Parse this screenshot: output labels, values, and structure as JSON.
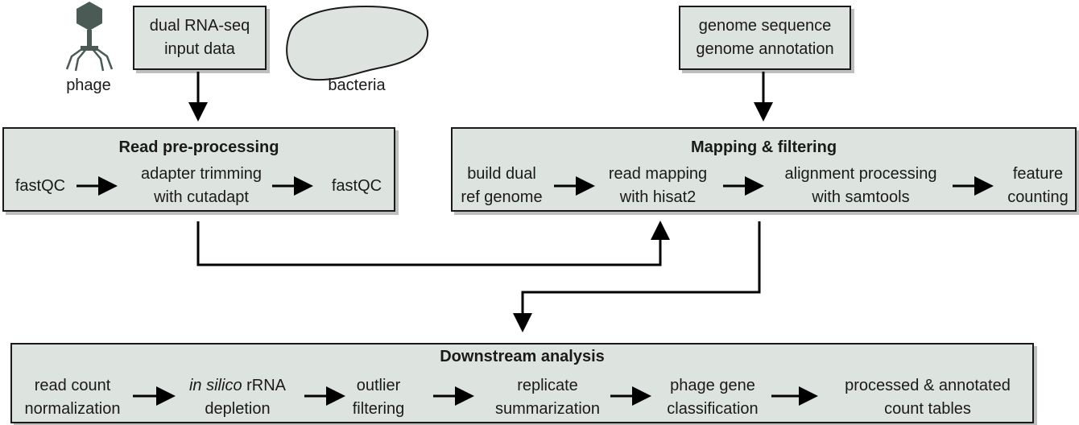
{
  "colors": {
    "box_fill": "#dde3df",
    "box_border": "#1a1a1a",
    "box_shadow": "#bfbfbf",
    "phage": "#4a5a54",
    "bacteria_fill": "#dde3df",
    "arrow": "#000000"
  },
  "icons": {
    "phage": "phage-icon",
    "bacteria": "bacteria-shape"
  },
  "labels": {
    "phage": "phage",
    "bacteria": "bacteria"
  },
  "input_box": {
    "line1": "dual RNA-seq",
    "line2": "input data"
  },
  "genome_box": {
    "line1": "genome sequence",
    "line2": "genome annotation"
  },
  "preprocessing": {
    "title": "Read pre-processing",
    "step1": "fastQC",
    "step2_line1": "adapter trimming",
    "step2_line2": "with cutadapt",
    "step3": "fastQC"
  },
  "mapping": {
    "title": "Mapping & filtering",
    "step1_line1": "build dual",
    "step1_line2": "ref genome",
    "step2_line1": "read mapping",
    "step2_line2": "with hisat2",
    "step3_line1": "alignment processing",
    "step3_line2": "with samtools",
    "step4_line1": "feature",
    "step4_line2": "counting"
  },
  "downstream": {
    "title": "Downstream analysis",
    "step1_line1": "read count",
    "step1_line2": "normalization",
    "step2_line1_italic": "in silico",
    "step2_line1_rest": " rRNA",
    "step2_line2": "depletion",
    "step3_line1": "outlier",
    "step3_line2": "filtering",
    "step4_line1": "replicate",
    "step4_line2": "summarization",
    "step5_line1": "phage gene",
    "step5_line2": "classification",
    "step6_line1": "processed & annotated",
    "step6_line2": "count tables"
  }
}
